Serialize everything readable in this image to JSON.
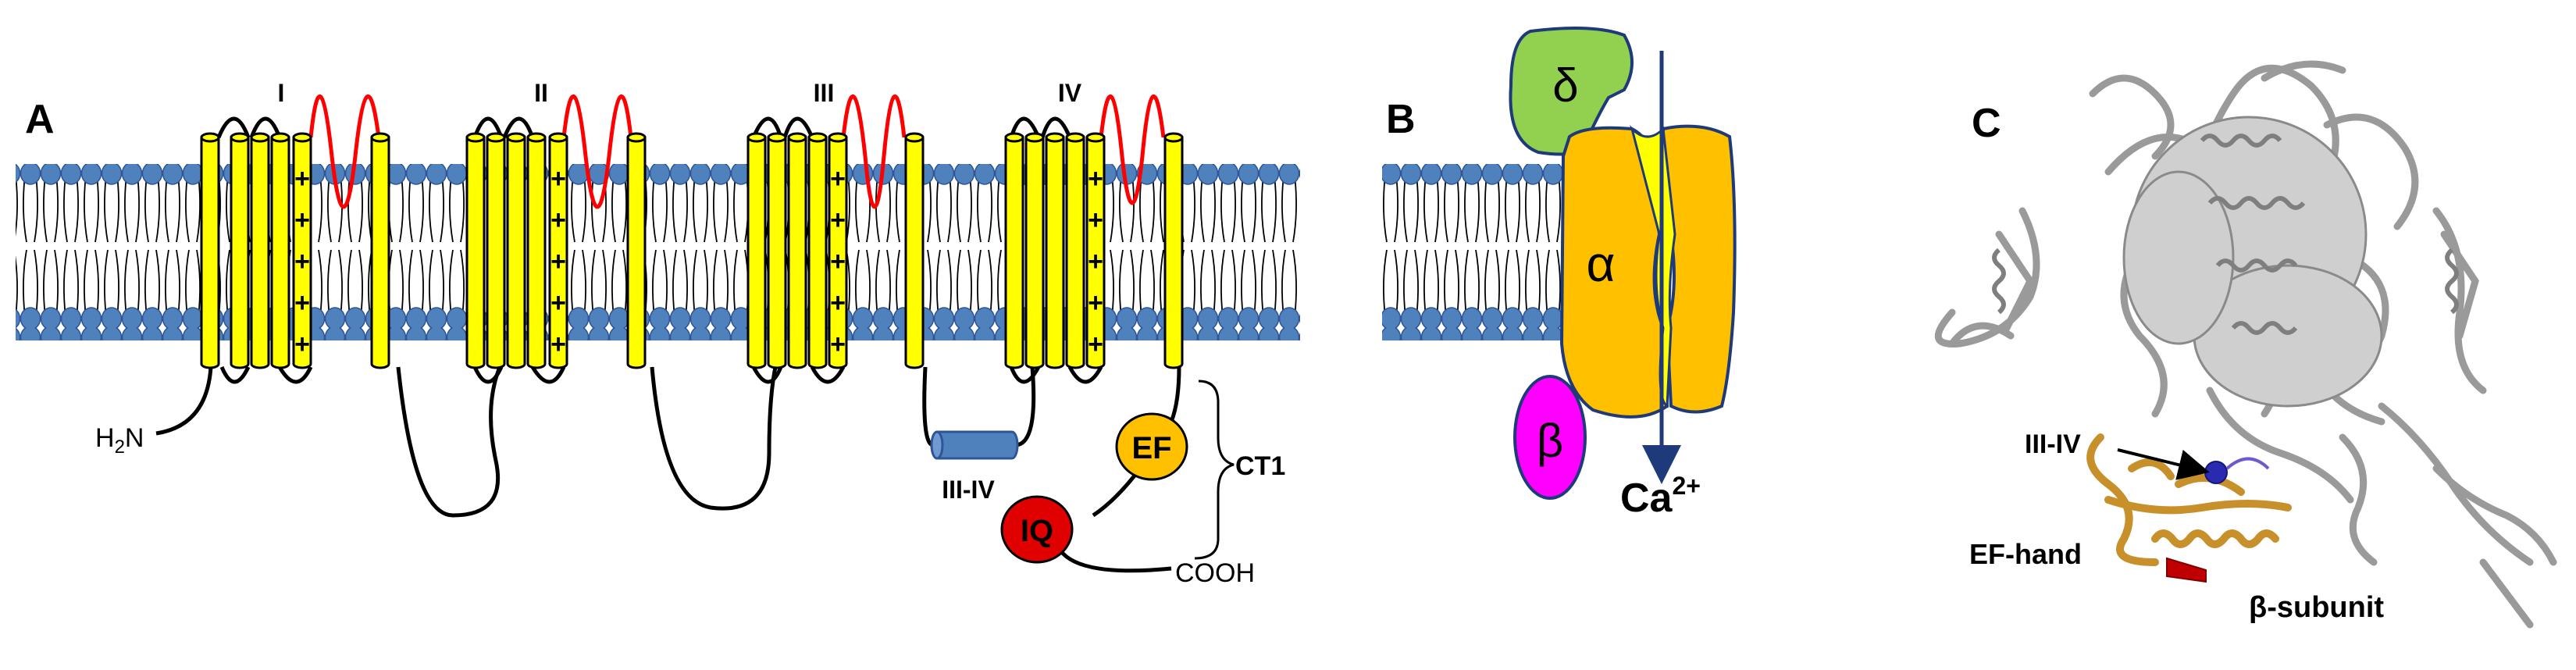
{
  "panel_a": {
    "label": "A",
    "domains": [
      {
        "label": "I",
        "plus_count": 5
      },
      {
        "label": "II",
        "plus_count": 5
      },
      {
        "label": "III",
        "plus_count": 5
      },
      {
        "label": "IV",
        "plus_count": 5
      }
    ],
    "plus_sign": "+",
    "n_terminus": "H",
    "n_terminus_sub": "2",
    "n_terminus_suffix": "N",
    "linker_label": "III-IV",
    "ef_label": "EF",
    "iq_label": "IQ",
    "ct1_label": "CT1",
    "c_terminus": "COOH"
  },
  "panel_b": {
    "label": "B",
    "alpha_symbol": "α",
    "delta_symbol": "δ",
    "beta_symbol": "β",
    "ion": "Ca",
    "ion_charge": "2+"
  },
  "panel_c": {
    "label": "C",
    "linker_label": "III-IV",
    "ef_hand_label": "EF-hand",
    "beta_subunit_label": "β-subunit"
  },
  "colors": {
    "helix_yellow": "#ffff00",
    "lipid_head": "#4f81bd",
    "pore_loop_red": "#ff0000",
    "alpha_orange": "#ffc000",
    "delta_green": "#92d050",
    "beta_magenta": "#ff00ff",
    "iq_red": "#e00000",
    "ion_arrow_navy": "#1f3a7a",
    "protein_gray": "#9a9a9a",
    "ef_hand_gold": "#c8902a"
  }
}
